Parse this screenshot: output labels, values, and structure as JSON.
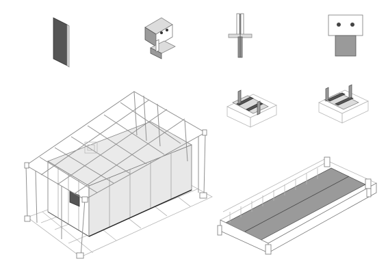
{
  "colors": {
    "background": "#ffffff",
    "line": "#8f8f8f",
    "panel_dark": "#555555",
    "panel_mid": "#9a9a9a",
    "panel_light": "#dcdcdc"
  },
  "components": [
    {
      "id": "wall-panel"
    },
    {
      "id": "bracket-connector"
    },
    {
      "id": "cross-connector"
    },
    {
      "id": "mounting-plate"
    },
    {
      "id": "rail-joint-a"
    },
    {
      "id": "rail-joint-b"
    },
    {
      "id": "container-module-assembly"
    },
    {
      "id": "floor-platform"
    }
  ]
}
